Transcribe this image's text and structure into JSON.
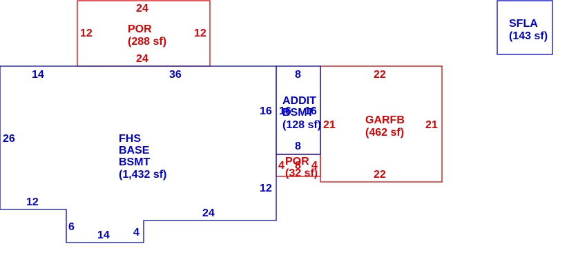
{
  "colors": {
    "blue": "#0000cc",
    "red": "#dd0000",
    "background": "#ffffff"
  },
  "areas": [
    {
      "id": "por_top",
      "color": "red",
      "lines": [
        "POR",
        "(288 sf)"
      ],
      "dims": {
        "top": "24",
        "bottom": "24",
        "left": "12",
        "right": "12"
      }
    },
    {
      "id": "fhs",
      "color": "blue",
      "lines": [
        "FHS",
        "BASE",
        "BSMT",
        "(1,432 sf)"
      ],
      "dims": {
        "top_left": "14",
        "top": "36",
        "left": "26",
        "right_upper": "16",
        "right_lower": "12",
        "bottom_left": "12",
        "notch_left": "6",
        "notch_bottom": "14",
        "notch_right": "4",
        "bottom_right": "24"
      }
    },
    {
      "id": "addit",
      "color": "blue",
      "lines": [
        "ADDIT",
        "BSMT",
        "(128 sf)"
      ],
      "dims": {
        "top": "8",
        "bottom": "8",
        "left": "16",
        "right": "16"
      }
    },
    {
      "id": "por_small",
      "color": "red",
      "lines": [
        "POR",
        "(32 sf)"
      ],
      "dims": {
        "left": "4",
        "right": "4",
        "bottom": "8"
      }
    },
    {
      "id": "garfb",
      "color": "red",
      "lines": [
        "GARFB",
        "(462 sf)"
      ],
      "dims": {
        "top": "22",
        "bottom": "22",
        "left": "21",
        "right": "21"
      }
    },
    {
      "id": "sfla",
      "color": "blue",
      "lines": [
        "SFLA",
        "(143 sf)"
      ],
      "dims": {}
    }
  ]
}
